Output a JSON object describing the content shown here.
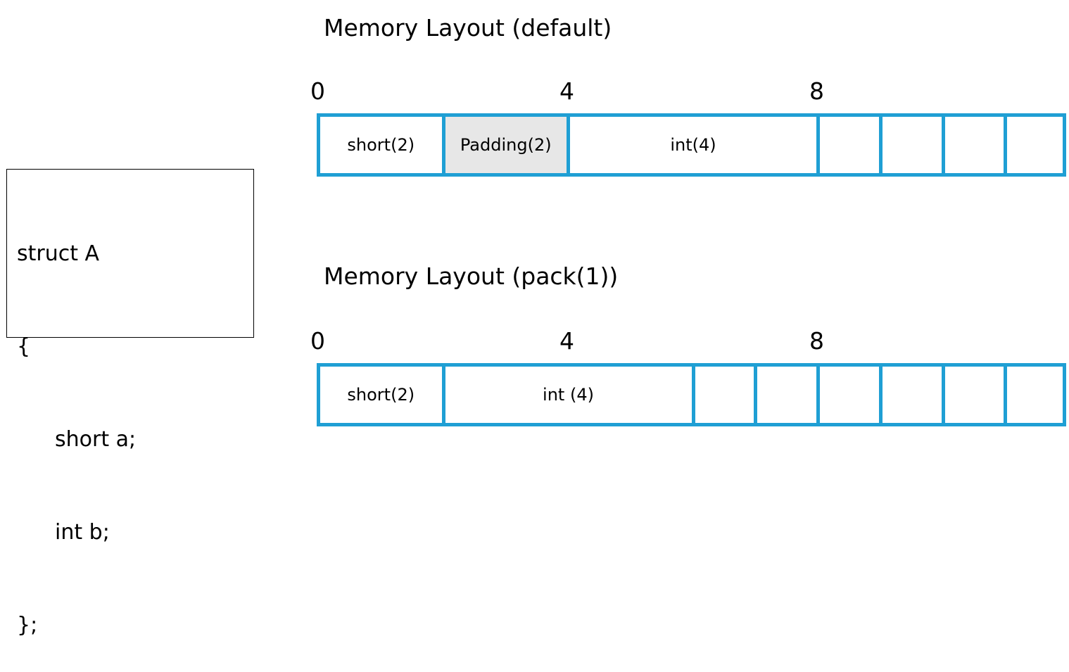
{
  "code": {
    "lines": [
      {
        "text": "struct A",
        "indent": false
      },
      {
        "text": "{",
        "indent": false
      },
      {
        "text": "short a;",
        "indent": true
      },
      {
        "text": "int b;",
        "indent": true
      },
      {
        "text": "};",
        "indent": false
      }
    ]
  },
  "layouts": [
    {
      "title": "Memory Layout (default)",
      "offsets": [
        "0",
        "4",
        "8"
      ],
      "cells": [
        {
          "label": "short(2)",
          "bytes": 2,
          "padding": false
        },
        {
          "label": "Padding(2)",
          "bytes": 2,
          "padding": true
        },
        {
          "label": "int(4)",
          "bytes": 4,
          "padding": false
        },
        {
          "label": "",
          "bytes": 1,
          "padding": false
        },
        {
          "label": "",
          "bytes": 1,
          "padding": false
        },
        {
          "label": "",
          "bytes": 1,
          "padding": false
        },
        {
          "label": "",
          "bytes": 1,
          "padding": false
        }
      ]
    },
    {
      "title": "Memory Layout (pack(1))",
      "offsets": [
        "0",
        "4",
        "8"
      ],
      "cells": [
        {
          "label": "short(2)",
          "bytes": 2,
          "padding": false
        },
        {
          "label": "int (4)",
          "bytes": 4,
          "padding": false
        },
        {
          "label": "",
          "bytes": 1,
          "padding": false
        },
        {
          "label": "",
          "bytes": 1,
          "padding": false
        },
        {
          "label": "",
          "bytes": 1,
          "padding": false
        },
        {
          "label": "",
          "bytes": 1,
          "padding": false
        },
        {
          "label": "",
          "bytes": 1,
          "padding": false
        },
        {
          "label": "",
          "bytes": 1,
          "padding": false
        }
      ]
    }
  ],
  "colors": {
    "cell_border": "#1f9fd4",
    "padding_fill": "#e7e7e7"
  }
}
